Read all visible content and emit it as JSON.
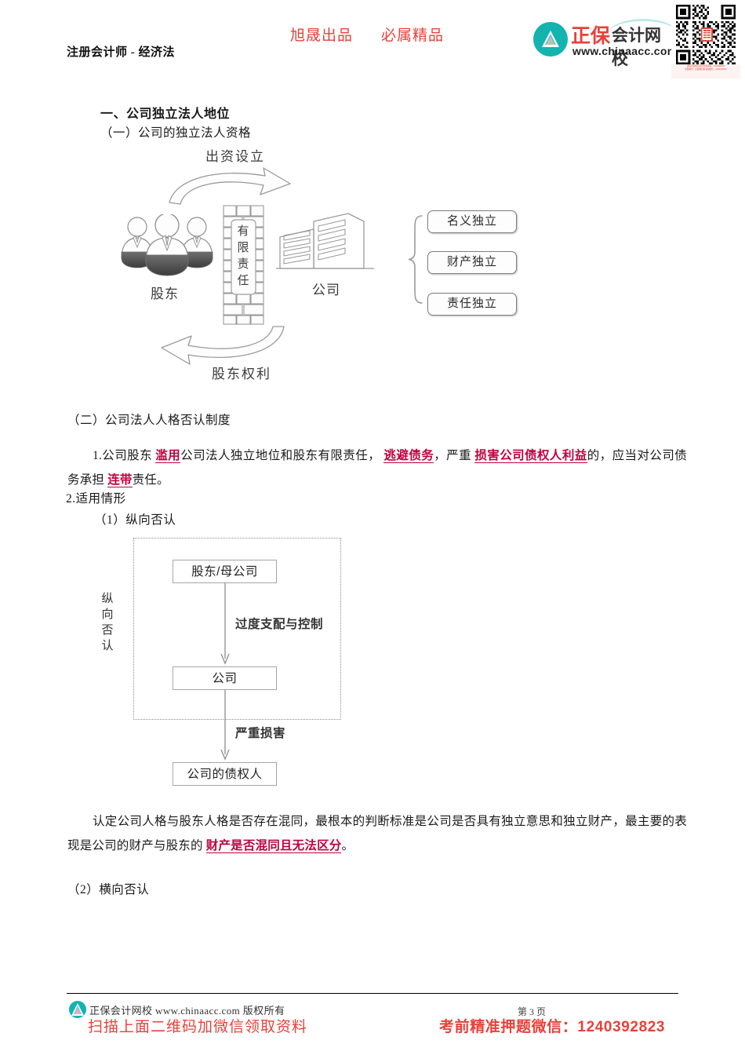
{
  "header": {
    "promo_left": "旭晟出品",
    "promo_right": "必属精品",
    "course": "注册会计师 - 经济法",
    "brand_red": "正保",
    "brand_dark": "会计网校",
    "brand_url": "www.chinaacc.com",
    "qr_note_line1": "课程咨询购买招商免费资料：1240392823",
    "qr_note_line2": "免费解密、免费教材新书加微信：1240392823",
    "accent_red": "#e8413a",
    "accent_teal": "#13b3b0"
  },
  "content": {
    "heading1": "一、公司独立法人地位",
    "heading2": "（一）公司的独立法人资格",
    "heading3": "（二）公司法人人格否认制度",
    "heading4": "2.适用情形",
    "heading5": "（1）纵向否认",
    "heading6": "（2）横向否认",
    "para1": {
      "seg1": "1.公司股东 ",
      "hl1": "滥用",
      "seg2": "公司法人独立地位和股东有限责任， ",
      "hl2": "逃避债务",
      "seg3": "，严重 ",
      "hl3": "损害公司债权人利益",
      "seg4": "的，应当对公司债务承担 ",
      "hl4": "连带",
      "seg5": "责任。"
    },
    "para2": {
      "seg1": "认定公司人格与股东人格是否存在混同，最根本的判断标准是公司是否具有独立意思和独立财产，最主要的表现是公司的财产与股东的 ",
      "hl1": "财产是否混同且无法区分",
      "seg2": "。"
    },
    "highlight_color": "#c0003c"
  },
  "diagram1": {
    "label_top": "出资设立",
    "label_bottom": "股东权利",
    "label_shareholders": "股东",
    "label_company": "公司",
    "wall_text": "有限责任",
    "boxes": [
      {
        "label": "名义独立"
      },
      {
        "label": "财产独立"
      },
      {
        "label": "责任独立"
      }
    ]
  },
  "diagram2": {
    "vertical_label": "纵向否认",
    "node_top": "股东/母公司",
    "node_mid": "公司",
    "node_bottom": "公司的债权人",
    "edge_label_1": "过度支配与控制",
    "edge_label_2": "严重损害"
  },
  "footer": {
    "copyright": "正保会计网校 www.chinaacc.com 版权所有",
    "scan_text": "扫描上面二维码加微信领取资料",
    "page_number": "第 3 页",
    "wechat_text": "考前精准押题微信：1240392823"
  }
}
